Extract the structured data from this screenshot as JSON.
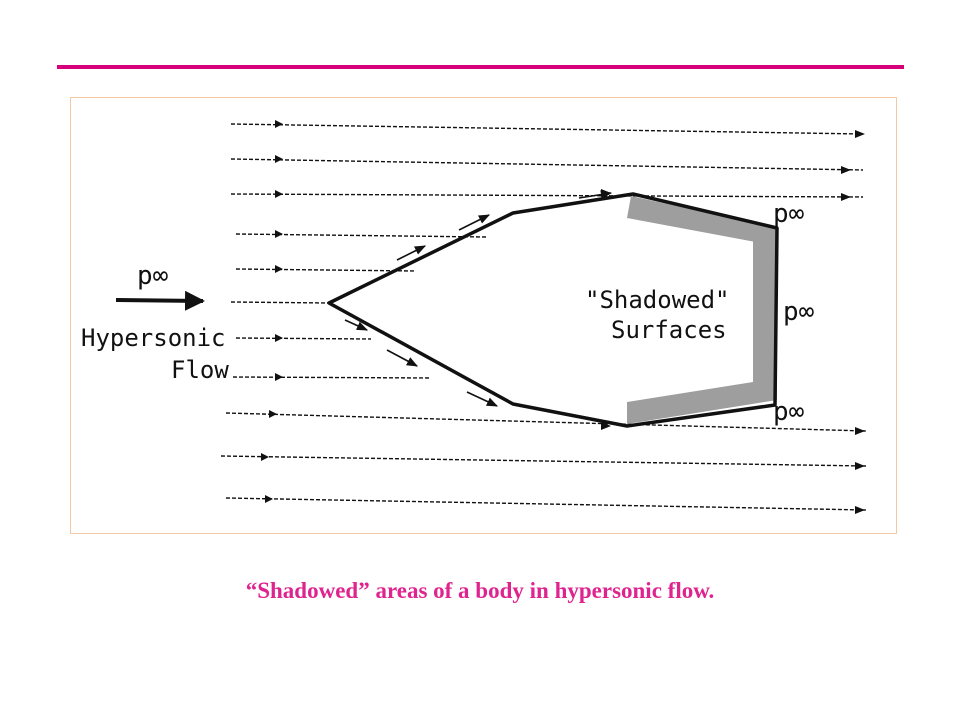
{
  "colors": {
    "accent": "#d6007a",
    "caption": "#e0248f",
    "frame_border": "#f4c9a3",
    "shadow_fill": "#9e9e9e",
    "ink": "#111111"
  },
  "diagram": {
    "freestream_pressure_label": "p∞",
    "flow_label_line1": "Hypersonic",
    "flow_label_line2": "Flow",
    "shadowed_label_line1": "\"Shadowed\"",
    "shadowed_label_line2": "Surfaces",
    "rear_pressure_top": "p∞",
    "rear_pressure_middle": "p∞",
    "rear_pressure_bottom": "p∞"
  },
  "caption": "“Shadowed” areas of a body in hypersonic flow."
}
